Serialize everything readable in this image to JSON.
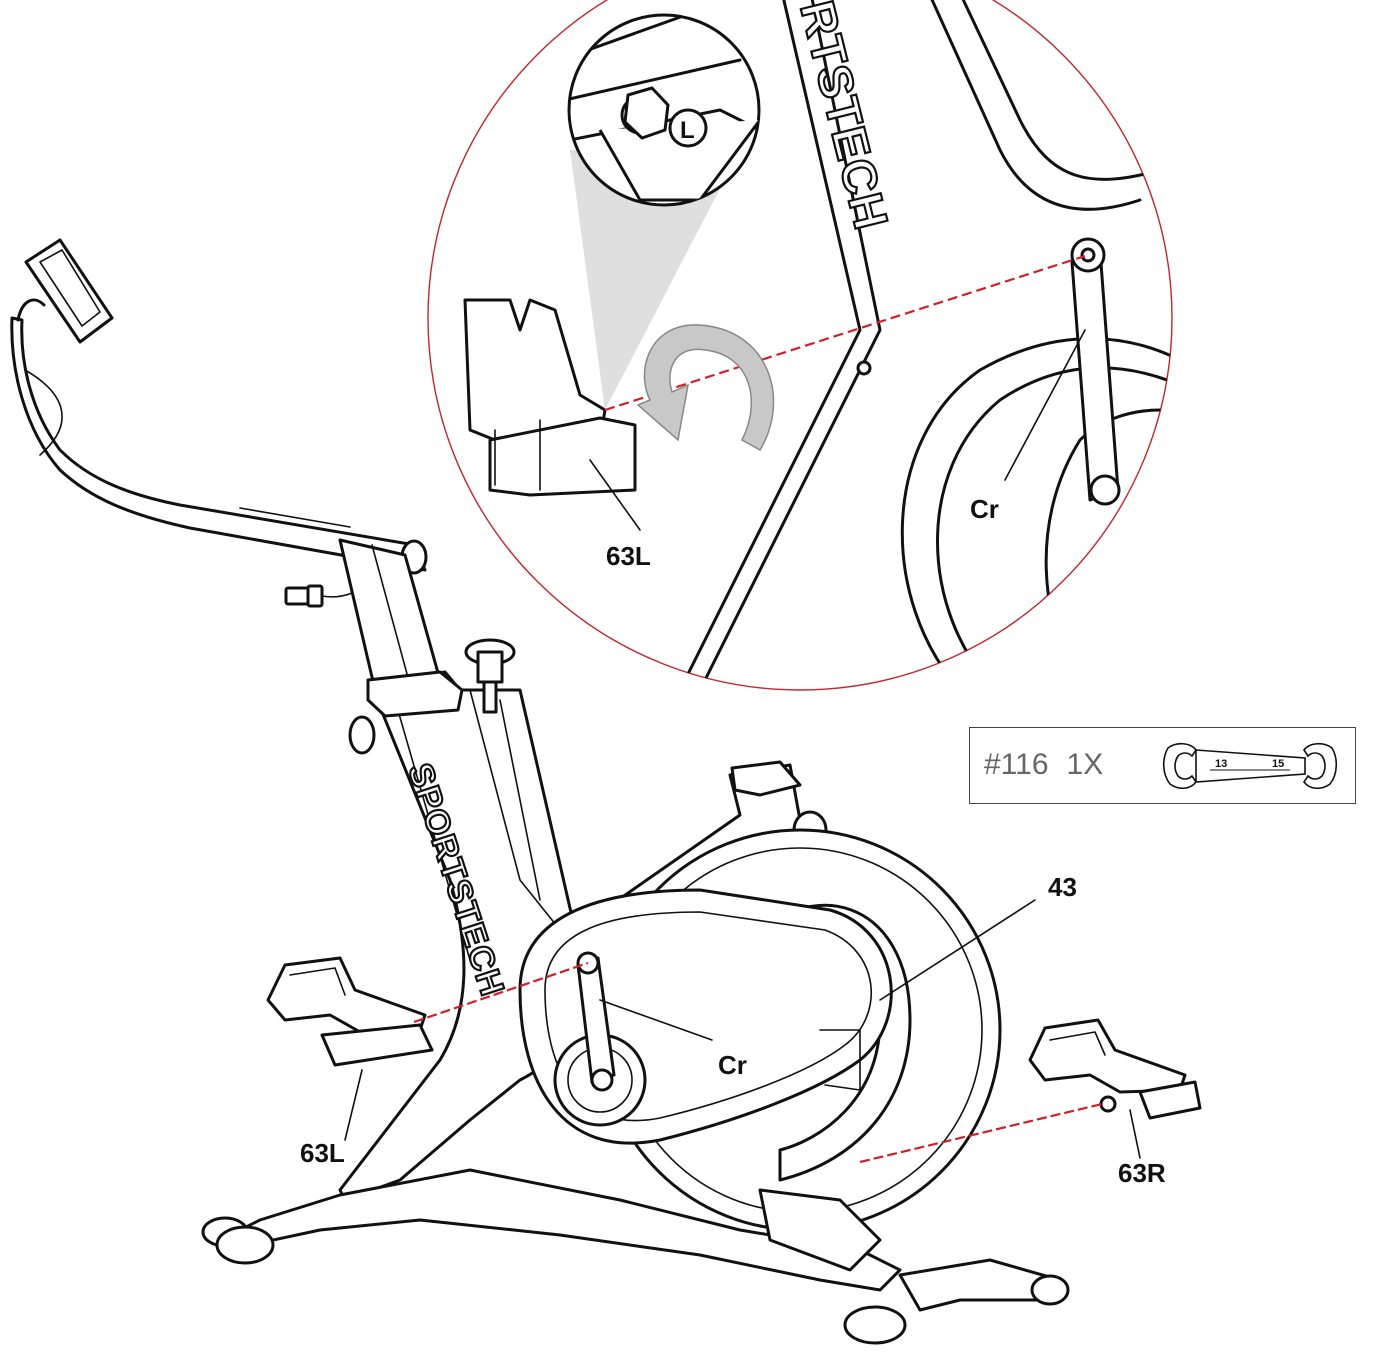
{
  "callouts": {
    "seat_zoom_pedal": "63L",
    "seat_zoom_crank": "Cr",
    "pedal_left": "63L",
    "crank": "Cr",
    "frame_part": "43",
    "pedal_right": "63R"
  },
  "thread_marker": "L",
  "brand": {
    "frame_text": "SPORTSTECH",
    "zoom_text": "RTSTECH"
  },
  "tool": {
    "part_number": "#116",
    "quantity": "1X",
    "wrench_size_a": "13",
    "wrench_size_b": "15"
  },
  "colors": {
    "zoom_circle": "#c4262e",
    "guide_line": "#d0202a",
    "rotation_arrow": "#c8c8c8",
    "highlight_cone": "#dcdcdc"
  },
  "icons": {
    "rotation": "counterclockwise-arrow-icon",
    "tool": "open-end-wrench-icon"
  }
}
